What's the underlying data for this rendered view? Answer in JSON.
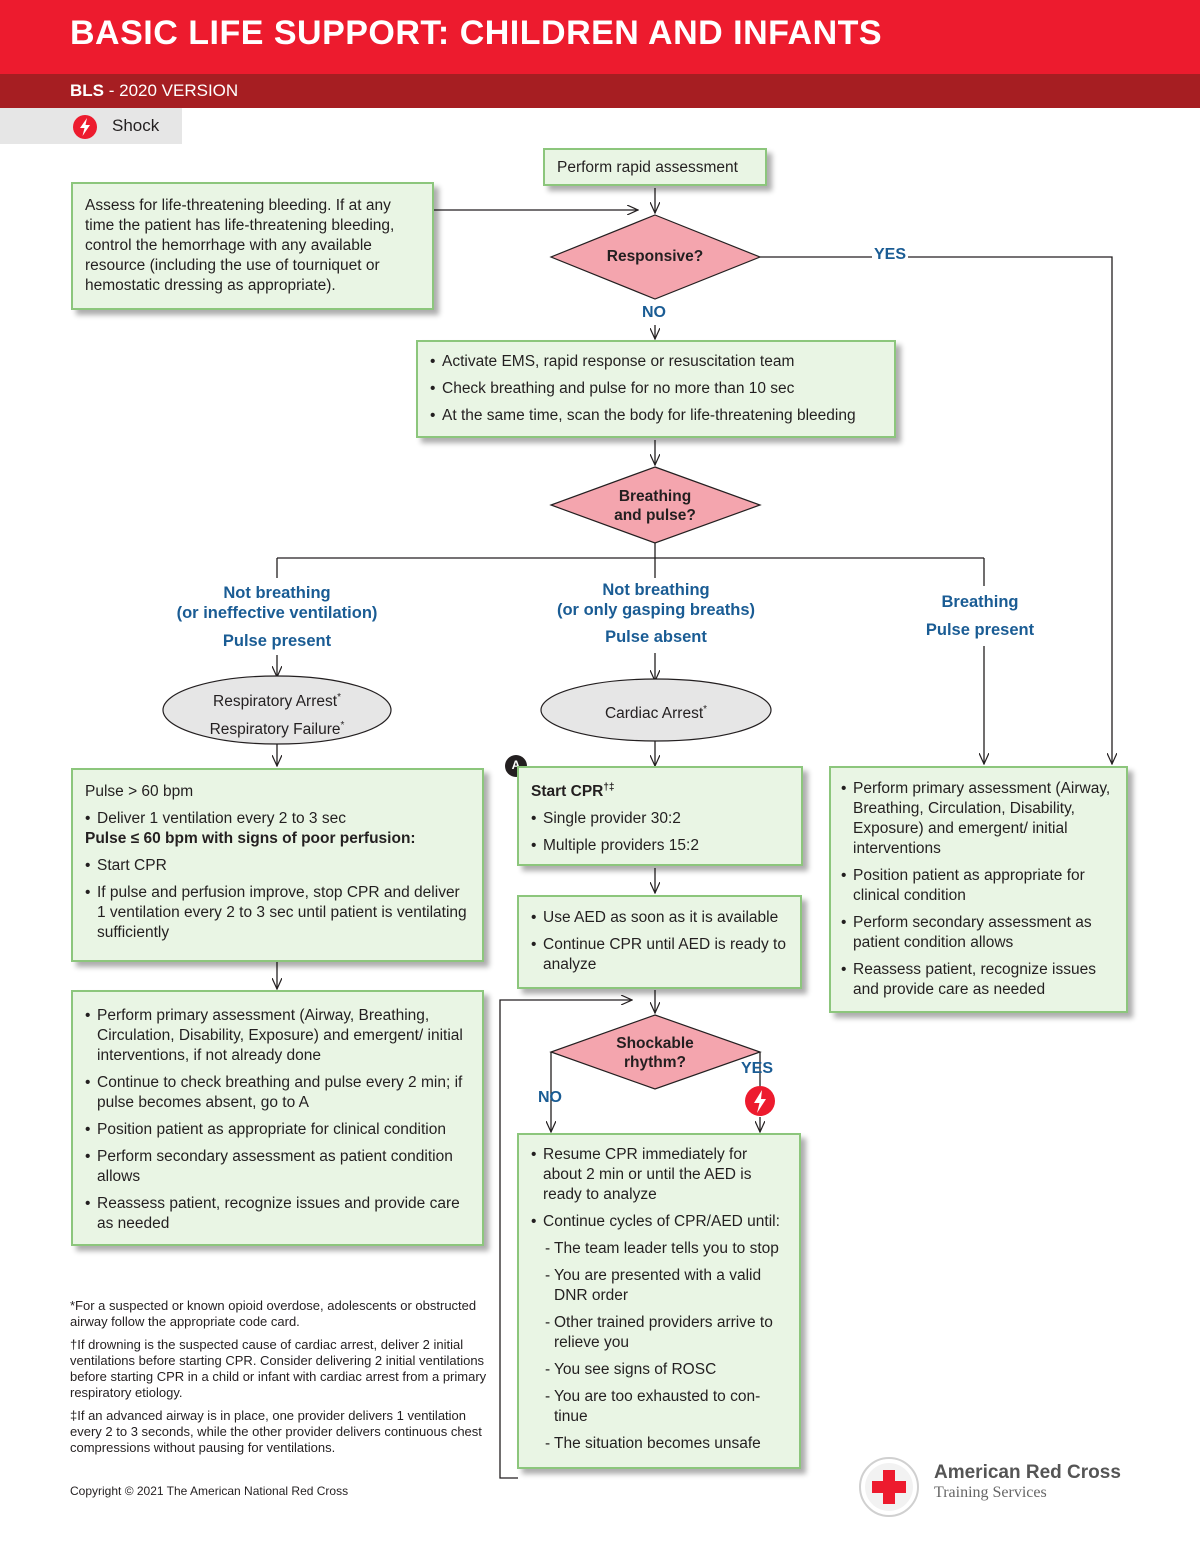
{
  "header": {
    "title": "BASIC LIFE SUPPORT: CHILDREN AND INFANTS",
    "subtitle_bold": "BLS",
    "subtitle_sep": " - ",
    "subtitle_rest": "2020 VERSION"
  },
  "legend": {
    "icon": "shock-icon",
    "label": "Shock"
  },
  "colors": {
    "header_red": "#ed1b2e",
    "subheader_red": "#a61e22",
    "box_fill": "#e9f5e4",
    "box_border": "#8cc67c",
    "diamond_fill": "#f4a5ae",
    "oval_fill": "#e6e6e6",
    "label_blue": "#1a5c94"
  },
  "flow": {
    "start": "Perform rapid assessment",
    "bleeding_note": "Assess for life-threatening bleeding. If at any time the patient has life-threatening bleeding, control the hemorrhage with any available resource (including the use of tourniquet or hemostatic dressing as appropriate).",
    "responsive_q": "Responsive?",
    "yes": "YES",
    "no": "NO",
    "activate": [
      "Activate EMS, rapid response or resuscitation team",
      "Check breathing and pulse for no more than 10 sec",
      "At the same time, scan the body for life-threatening bleeding"
    ],
    "breathing_q_l1": "Breathing",
    "breathing_q_l2": "and pulse?",
    "branch_left": {
      "l1": "Not breathing",
      "l2": "(or ineffective ventilation)",
      "l3": "Pulse present"
    },
    "branch_mid": {
      "l1": "Not breathing",
      "l2": "(or only gasping breaths)",
      "l3": "Pulse absent"
    },
    "branch_right": {
      "l1": "Breathing",
      "l2": "Pulse present"
    },
    "resp_oval_l1": "Respiratory Arrest",
    "resp_oval_l2": "Respiratory Failure",
    "cardiac_oval": "Cardiac Arrest",
    "asterisk": "*",
    "dagger": "†‡",
    "marker_a": "A",
    "pulse_box": {
      "h1": "Pulse > 60 bpm",
      "b1": "Deliver 1 ventilation every 2 to 3 sec",
      "h2": "Pulse ≤ 60 bpm with signs of poor perfusion:",
      "b2": "Start CPR",
      "b3": "If pulse and perfusion improve, stop CPR and deliver 1 ventilation every 2 to 3 sec until patient is ventilating sufficiently"
    },
    "left_lower": [
      "Perform primary assessment (Airway, Breathing, Circulation, Disability, Exposure) and emergent/ initial interventions, if not already done",
      "Continue to check breathing and pulse every 2 min; if pulse becomes absent, go to A",
      "Position patient as appropriate for clinical condition",
      "Perform secondary assessment as patient condition allows",
      "Reassess patient, recognize issues and provide care as needed"
    ],
    "cpr_box": {
      "h": "Start CPR",
      "b1": "Single provider 30:2",
      "b2": "Multiple providers 15:2"
    },
    "aed_box": [
      "Use AED as soon as it is available",
      "Continue CPR until AED is ready to analyze"
    ],
    "shockable_q_l1": "Shockable",
    "shockable_q_l2": "rhythm?",
    "resume_box": {
      "b1": "Resume CPR immediately for about 2 min or until the AED is ready to analyze",
      "b2": "Continue cycles of CPR/AED until:",
      "subs": [
        "The team leader tells you to stop",
        "You are presented with a valid DNR order",
        "Other trained providers arrive to relieve you",
        "You see signs of ROSC",
        "You are too exhausted to con-tinue",
        "The situation becomes unsafe"
      ]
    },
    "right_box": [
      "Perform primary assessment (Airway, Breathing, Circulation, Disability, Exposure) and emergent/ initial interventions",
      "Position patient as appropriate for clinical condition",
      "Perform secondary assessment as patient condition allows",
      "Reassess patient, recognize issues and provide care as needed"
    ]
  },
  "footnotes": [
    "*For a suspected or known opioid overdose, adolescents or obstructed airway follow the appropriate code card.",
    "†If drowning is the suspected cause of cardiac arrest, deliver 2 initial ventilations before starting CPR. Consider delivering 2 initial ventilations before starting CPR in a child or infant with cardiac arrest from a primary respiratory etiology.",
    "‡If an advanced airway is in place, one provider delivers 1 ventilation every 2 to 3 seconds, while the other provider delivers continuous chest compressions without pausing for ventilations."
  ],
  "copyright": "Copyright © 2021 The American National Red Cross",
  "logo": {
    "name": "American Red Cross",
    "sub": "Training Services",
    "icon": "red-cross-logo-icon"
  }
}
